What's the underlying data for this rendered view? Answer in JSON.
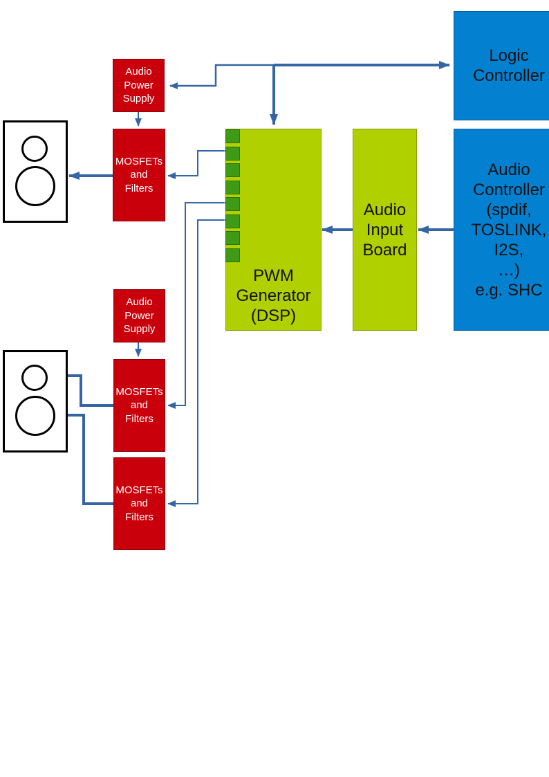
{
  "diagram": {
    "logic_controller": {
      "line1": "Logic",
      "line2": "Controller"
    },
    "pwm_generator": {
      "line1": "PWM",
      "line2": "Generator",
      "line3": "(DSP)"
    },
    "audio_input_board": {
      "line1": "Audio",
      "line2": "Input",
      "line3": "Board"
    },
    "audio_controller": {
      "line1": "Audio",
      "line2": "Controller",
      "line3": "(spdif,",
      "line4": "TOSLINK,",
      "line5": "I2S,",
      "line6": "…)",
      "line7": "e.g. SHC"
    },
    "power_supply_1": {
      "line1": "Audio",
      "line2": "Power",
      "line3": "Supply"
    },
    "power_supply_2": {
      "line1": "Audio",
      "line2": "Power",
      "line3": "Supply"
    },
    "mosfet_1": {
      "line1": "MOSFETs",
      "line2": "and",
      "line3": "Filters"
    },
    "mosfet_2": {
      "line1": "MOSFETs",
      "line2": "and",
      "line3": "Filters"
    },
    "mosfet_3": {
      "line1": "MOSFETs",
      "line2": "and",
      "line3": "Filters"
    },
    "pwm_port_count": 8,
    "speaker_count": 2
  },
  "colors": {
    "power_block": "#c9000b",
    "processing_block": "#b0d000",
    "controller_block": "#0480d0",
    "pwm_port": "#3f9a18",
    "connection": "#3465a4",
    "speaker": "#000000"
  }
}
